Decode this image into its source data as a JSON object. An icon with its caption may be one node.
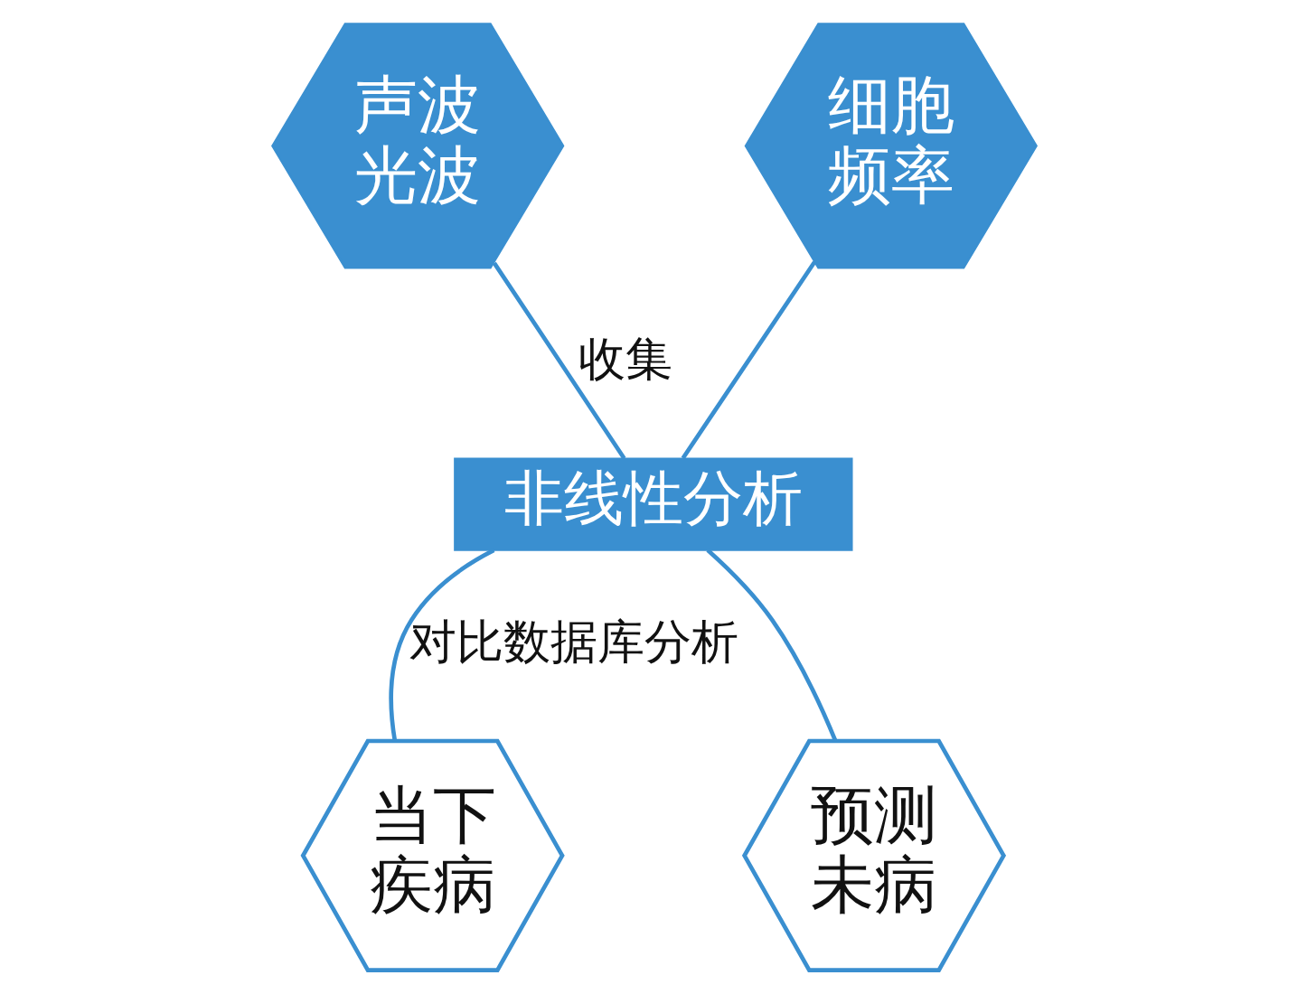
{
  "diagram": {
    "nodes": [
      {
        "text": [
          "声波光波"
        ]
      },
      {
        "text": [
          "细胞频率"
        ]
      },
      {
        "text": [
          "非线性分析"
        ]
      },
      {
        "text": [
          "当下疾病"
        ]
      },
      {
        "text": [
          "预测未病"
        ]
      }
    ],
    "edges": [
      {
        "from": 0,
        "to": 2,
        "arrow": "none",
        "label": "收集"
      },
      {
        "from": 1,
        "to": 2,
        "arrow": "none"
      },
      {
        "from": 2,
        "to": 3,
        "arrow": "none",
        "label": "对比数据库分析"
      },
      {
        "from": 2,
        "to": 4,
        "arrow": "none"
      }
    ]
  }
}
